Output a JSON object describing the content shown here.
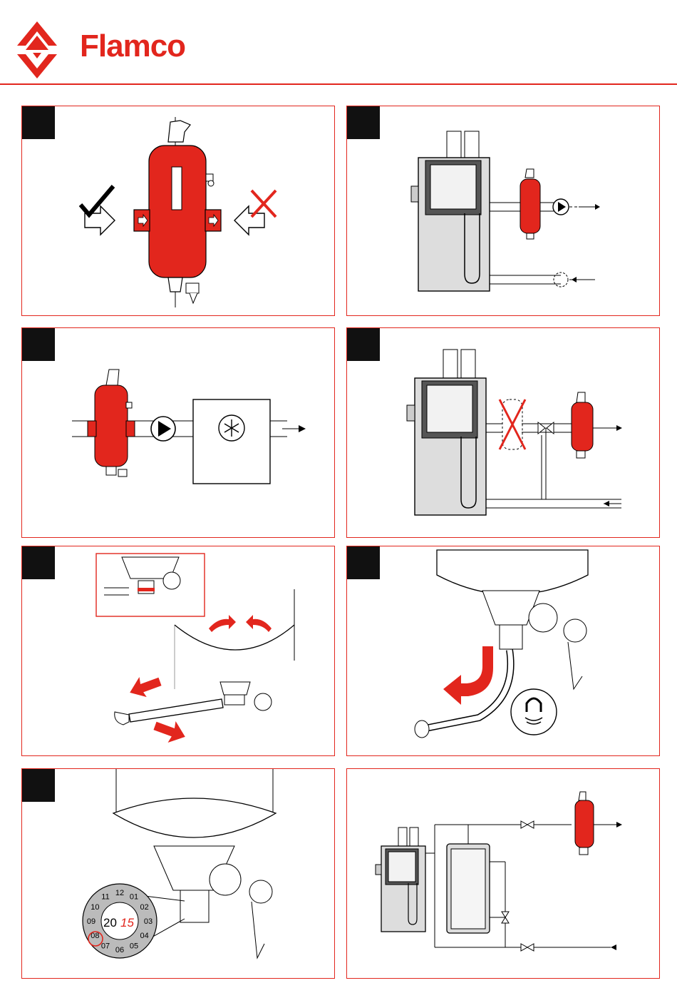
{
  "brand": {
    "name": "Flamco",
    "color": "#e2261d"
  },
  "colors": {
    "accent": "#e2261d",
    "step_box": "#111111",
    "boiler": "#d9d9d9"
  },
  "panels": [
    {
      "id": "p1",
      "content": "separator-flow-direction",
      "icons": [
        "check-icon",
        "cross-icon",
        "flow-arrow-icon"
      ]
    },
    {
      "id": "p2",
      "content": "boiler-separator-pump"
    },
    {
      "id": "p3",
      "content": "separator-pump-cooling",
      "icons": [
        "snowflake-icon"
      ]
    },
    {
      "id": "p4",
      "content": "boiler-valve-separator",
      "icons": [
        "cross-icon"
      ]
    },
    {
      "id": "p5",
      "content": "wrench-drain-valve",
      "icons": [
        "wrench-icon",
        "rotate-arrow-icon"
      ]
    },
    {
      "id": "p6",
      "content": "drain-hose-magnet",
      "icons": [
        "magnet-icon"
      ]
    },
    {
      "id": "p7",
      "content": "date-dial"
    },
    {
      "id": "p8",
      "content": "boiler-tank-separator"
    }
  ],
  "date_dial": {
    "year_prefix": "20",
    "year_suffix": "15",
    "months": [
      "12",
      "01",
      "02",
      "03",
      "04",
      "05",
      "06",
      "07",
      "08",
      "09",
      "10",
      "11"
    ],
    "marked_month": "08"
  }
}
